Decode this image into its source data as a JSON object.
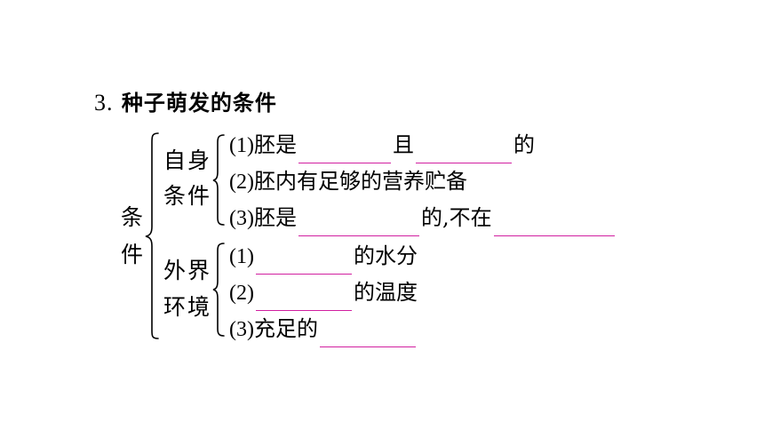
{
  "title": {
    "number": "3.",
    "text": "种子萌发的条件"
  },
  "root_label": {
    "line1": "条",
    "line2": "件"
  },
  "groups": [
    {
      "label_line1": "自身",
      "label_line2": "条件",
      "items": [
        {
          "num": "(1)",
          "parts": [
            "胚是",
            "且",
            "的"
          ],
          "blanks": 2
        },
        {
          "num": "(2)",
          "parts": [
            "胚内有足够的营养贮备"
          ],
          "blanks": 0
        },
        {
          "num": "(3)",
          "parts": [
            "胚是",
            "的,不在"
          ],
          "blanks": 2
        }
      ]
    },
    {
      "label_line1": "外界",
      "label_line2": "环境",
      "items": [
        {
          "num": "(1)",
          "parts": [
            "的水分"
          ],
          "blanks": 1
        },
        {
          "num": "(2)",
          "parts": [
            "的温度"
          ],
          "blanks": 1
        },
        {
          "num": "(3)",
          "parts": [
            "充足的"
          ],
          "blanks": 1
        }
      ]
    }
  ],
  "colors": {
    "blank_underline": "#d11fa0",
    "text": "#000000"
  }
}
